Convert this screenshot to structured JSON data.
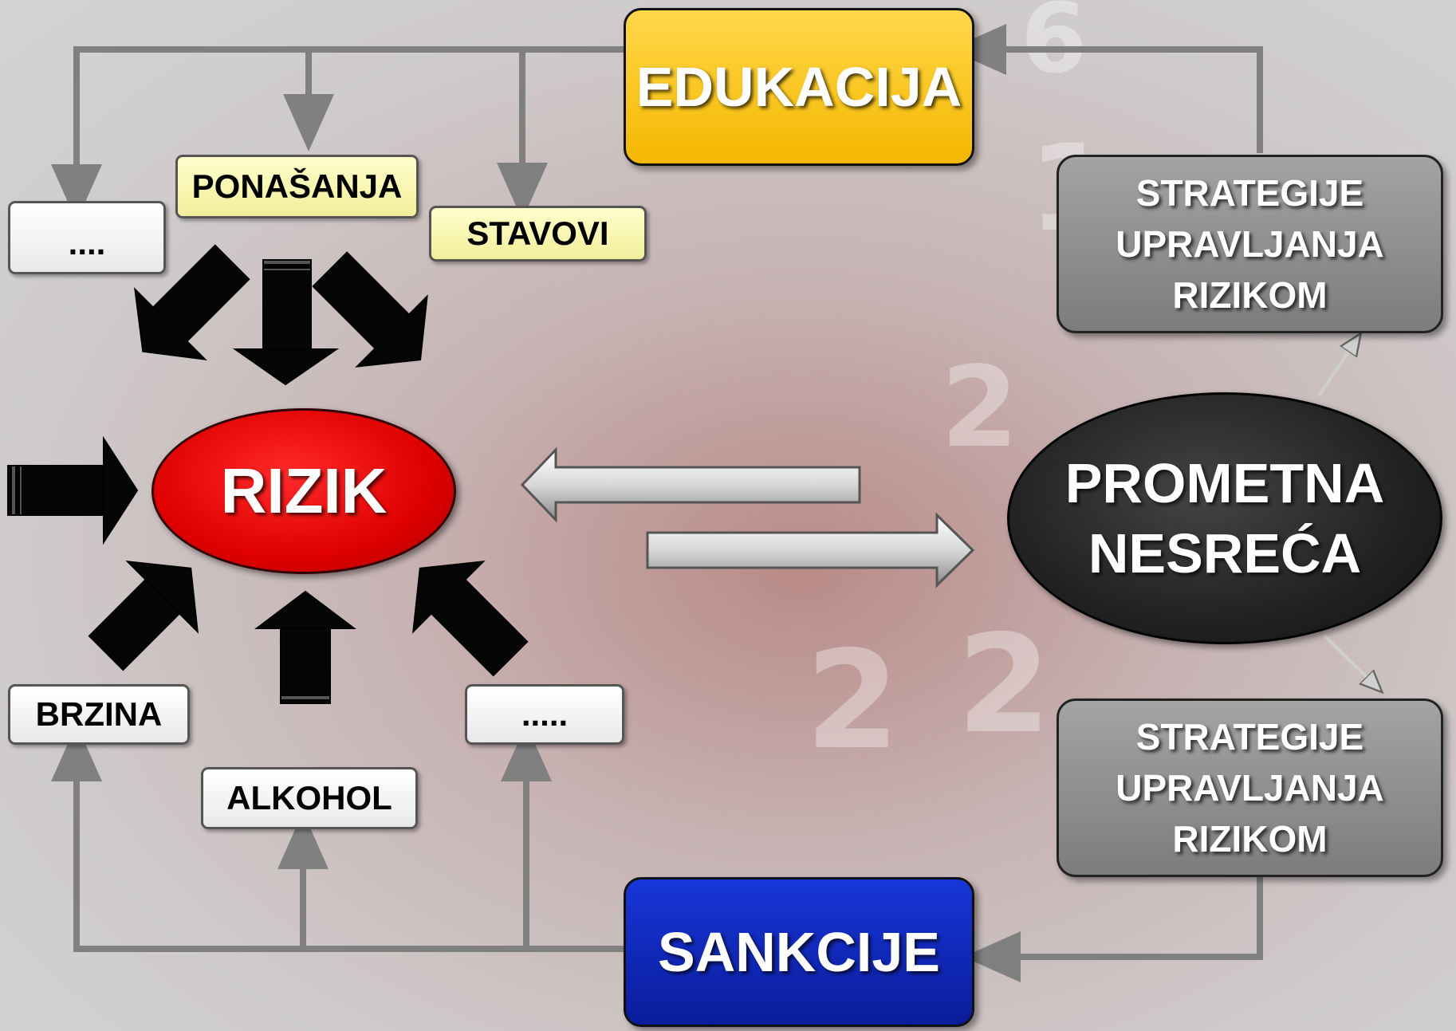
{
  "nodes": {
    "edukacija": "EDUKACIJA",
    "sankcije": "SANKCIJE",
    "rizik": "RIZIK",
    "prometna_nesreca": [
      "PROMETNA",
      "NESREĆA"
    ],
    "strategije_top": [
      "STRATEGIJE",
      "UPRAVLJANJA",
      "RIZIKOM"
    ],
    "strategije_bottom": [
      "STRATEGIJE",
      "UPRAVLJANJA",
      "RIZIKOM"
    ],
    "top_factors": {
      "left_dots": "....",
      "ponasanja": "PONAŠANJA",
      "stavovi": "STAVOVI"
    },
    "bottom_factors": {
      "brzina": "BRZINA",
      "alkohol": "ALKOHOL",
      "right_dots": "....."
    }
  },
  "colors": {
    "edukacija": "#f4b700",
    "sankcije": "#0a1c9a",
    "rizik": "#e00000",
    "nesreca": "#222222",
    "strategije": "#8c8c8c",
    "connector": "#808080"
  }
}
